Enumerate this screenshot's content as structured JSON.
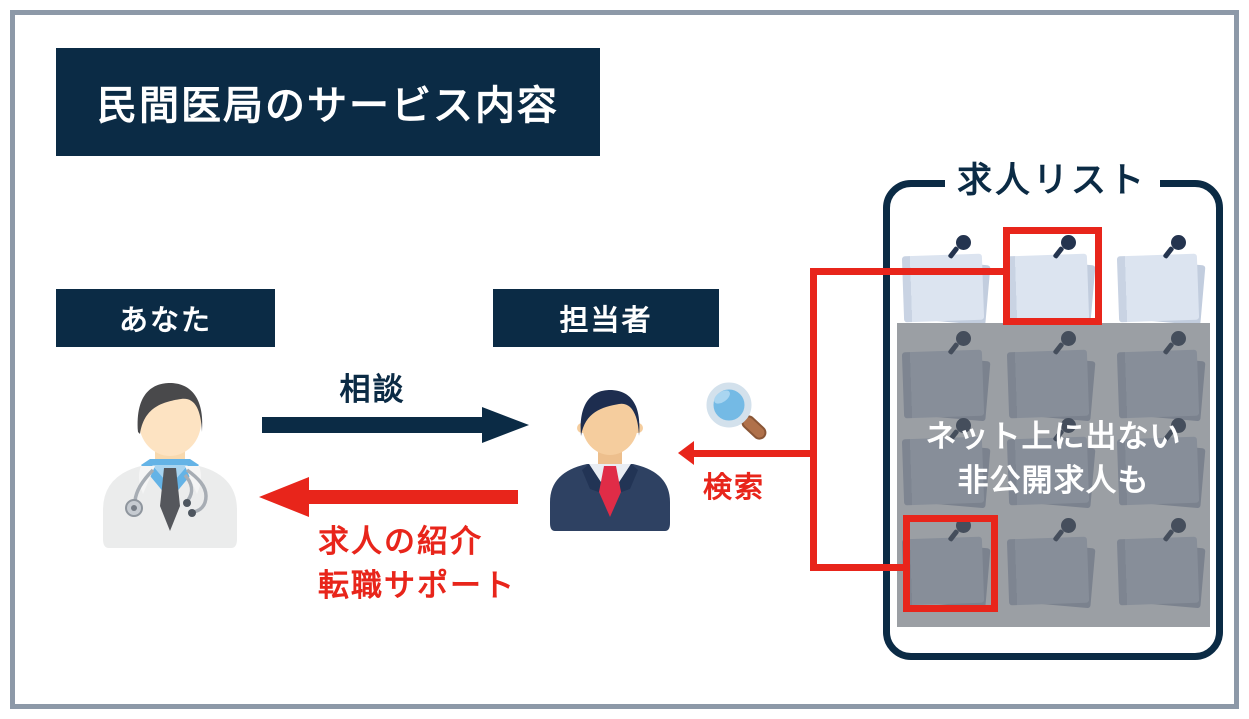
{
  "title": "民間医局のサービス内容",
  "actors": {
    "you": {
      "label": "あなた",
      "icon": "doctor-icon"
    },
    "agent": {
      "label": "担当者",
      "icon": "businessman-icon"
    }
  },
  "flows": {
    "consult": {
      "label": "相談",
      "direction": "you-to-agent",
      "color": "#0b2b45"
    },
    "intro": {
      "line1": "求人の紹介",
      "line2": "転職サポート",
      "direction": "agent-to-you",
      "color": "#e8251b"
    },
    "search": {
      "label": "検索",
      "icon": "magnifier-icon",
      "direction": "job-list-to-agent",
      "color": "#e8251b"
    }
  },
  "job_list": {
    "title": "求人リスト",
    "overlay": {
      "line1": "ネット上に出ない",
      "line2": "非公開求人も"
    },
    "public_notes_count": 3,
    "hidden_notes_count": 9,
    "highlighted_notes_count": 2
  },
  "colors": {
    "navy": "#0b2b45",
    "red": "#e8251b",
    "page_border": "#8d99a8",
    "overlay_gray": "#9b9fa4",
    "note_light": "#dce4f0",
    "note_gray": "#878e99"
  }
}
